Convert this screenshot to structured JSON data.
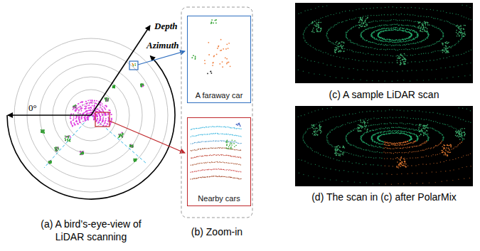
{
  "diagram": {
    "nodes": [
      {
        "text": [
          "A faraway car"
        ]
      },
      {
        "text": [
          "Nearby cars"
        ]
      }
    ],
    "labels": [
      "Depth",
      "Azimuth",
      "0°",
      "(a) A bird’s-eye-view of LiDAR scanning",
      "(b) Zoom-in",
      "(c) A sample LiDAR scan",
      "(d) The scan in (c) after PolarMix"
    ]
  }
}
